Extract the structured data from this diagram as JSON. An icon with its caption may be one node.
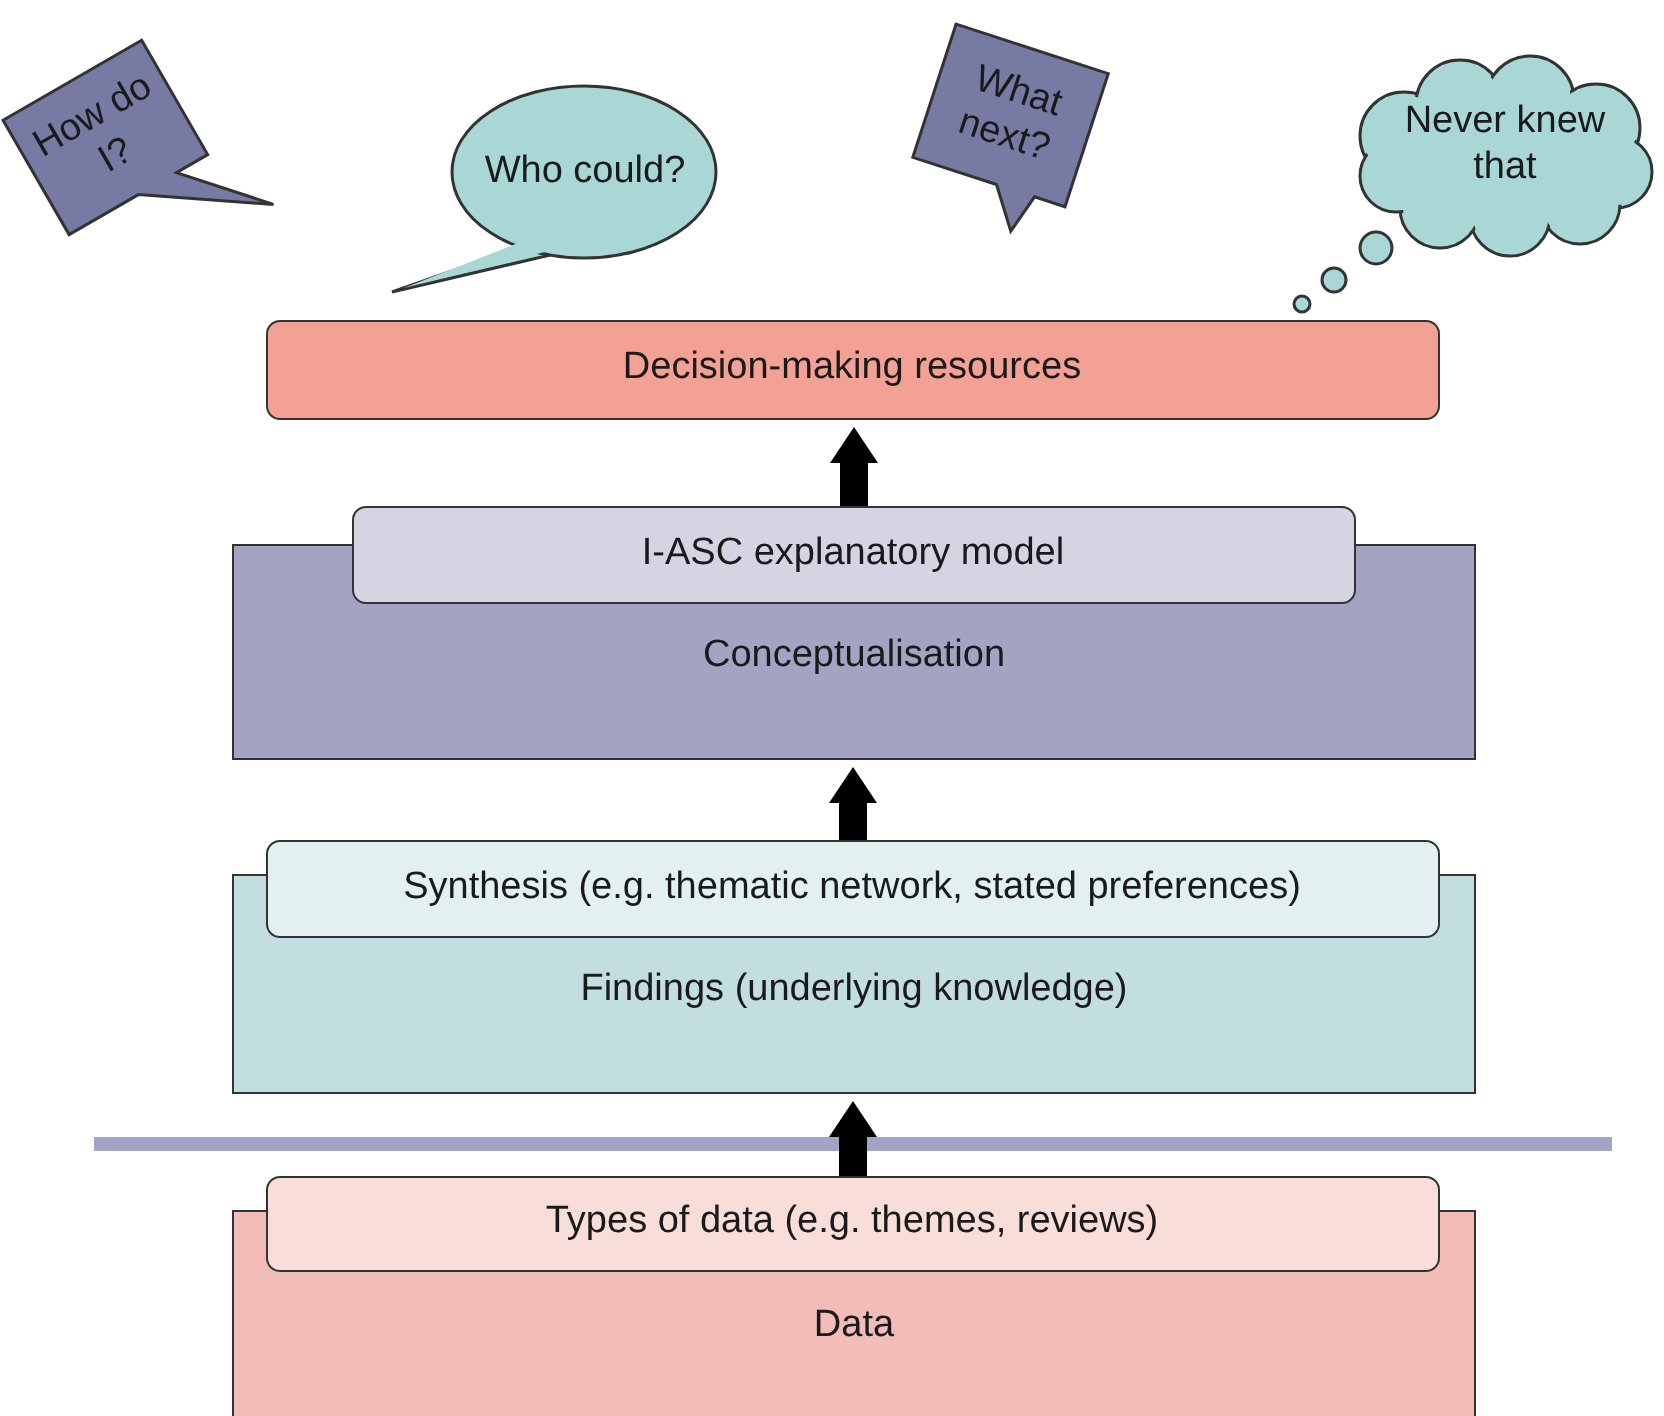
{
  "diagram": {
    "nodes": [
      {
        "text": [
          "How do I?"
        ]
      },
      {
        "text": [
          "Who could?"
        ]
      },
      {
        "text": [
          "What next?"
        ]
      },
      {
        "text": [
          "Never knew that"
        ]
      },
      {
        "text": [
          "Decision-making resources"
        ]
      },
      {
        "text": [
          "Conceptualisation"
        ]
      },
      {
        "text": [
          "I-ASC explanatory model"
        ],
        "in": 5
      },
      {
        "text": [
          "Findings (underlying knowledge)"
        ]
      },
      {
        "text": [
          "Synthesis (e.g. thematic network, stated preferences)"
        ],
        "in": 7
      },
      {
        "text": [
          "Data"
        ]
      },
      {
        "text": [
          "Types of data (e.g. themes, reviews)"
        ],
        "in": 9
      }
    ],
    "edges": [
      {
        "from": 6,
        "to": 4,
        "arrow": "to"
      },
      {
        "from": 8,
        "to": 5,
        "arrow": "to"
      },
      {
        "from": 10,
        "to": 7,
        "arrow": "to"
      }
    ]
  }
}
